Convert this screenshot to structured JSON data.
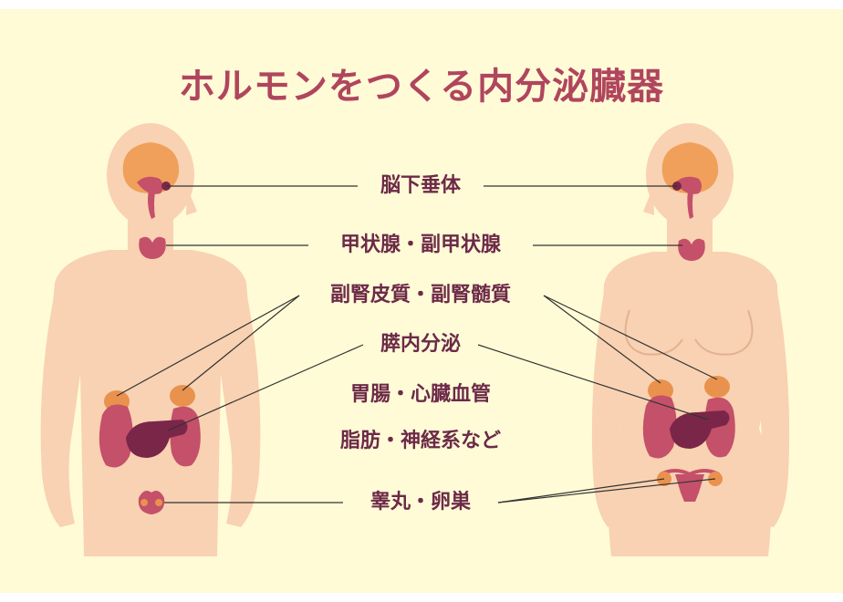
{
  "title": "ホルモンをつくる内分泌臓器",
  "labels": {
    "pituitary": "脳下垂体",
    "thyroid": "甲状腺・副甲状腺",
    "adrenal": "副腎皮質・副腎髄質",
    "pancreas": "膵内分泌",
    "gut_heart": "胃腸・心臓血管",
    "fat_nerve": "脂肪・神経系など",
    "gonads": "睾丸・卵巣"
  },
  "colors": {
    "background": "#fffbd6",
    "skin": "#f8d2b2",
    "title": "#b0455e",
    "label": "#6c2a48",
    "brain": "#f0a05a",
    "organ_pink": "#c4506a",
    "organ_orange": "#e9924e",
    "pancreas": "#7a2648",
    "line": "#333333"
  }
}
